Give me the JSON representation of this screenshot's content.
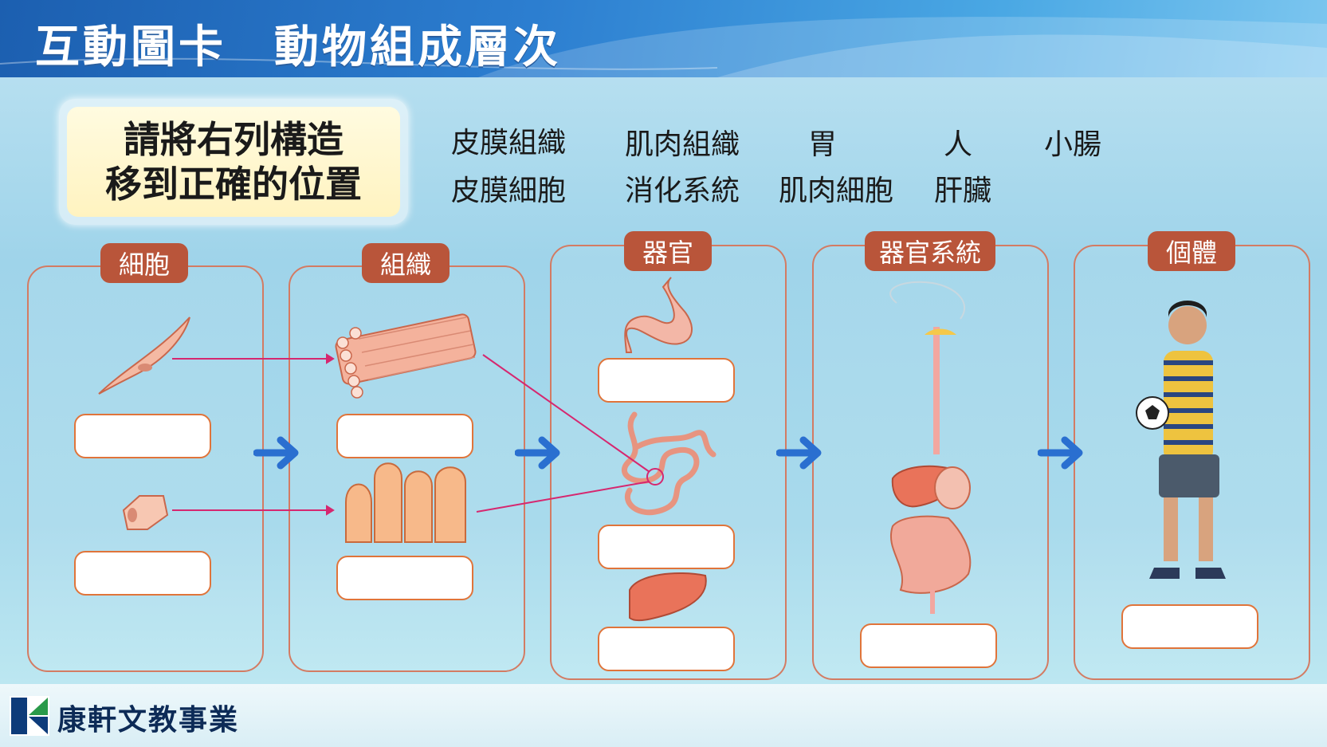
{
  "header": {
    "title": "互動圖卡　動物組成層次"
  },
  "instruction": {
    "line1": "請將右列構造",
    "line2": "移到正確的位置"
  },
  "terms": [
    {
      "label": "皮膜組織"
    },
    {
      "label": "肌肉組織"
    },
    {
      "label": "胃"
    },
    {
      "label": "人"
    },
    {
      "label": "小腸"
    },
    {
      "label": "皮膜細胞"
    },
    {
      "label": "消化系統"
    },
    {
      "label": "肌肉細胞"
    },
    {
      "label": "肝臟"
    }
  ],
  "panels": [
    {
      "label": "細胞"
    },
    {
      "label": "組織"
    },
    {
      "label": "器官"
    },
    {
      "label": "器官系統"
    },
    {
      "label": "個體"
    }
  ],
  "footer": {
    "brand": "康軒文教事業"
  },
  "colors": {
    "header_blue": "#1c5fb0",
    "panel_border": "#d37b63",
    "label_bg": "#b9553a",
    "box_border": "#e0743a",
    "arrow_blue": "#2a6fd0",
    "connector": "#d6276f",
    "instruction_bg": "#fff6cc"
  },
  "icons": [
    "arrow-right-icon",
    "muscle-cell-icon",
    "epithelial-cell-icon",
    "stomach-icon",
    "small-intestine-icon",
    "liver-icon",
    "digestive-system-icon",
    "child-icon"
  ]
}
